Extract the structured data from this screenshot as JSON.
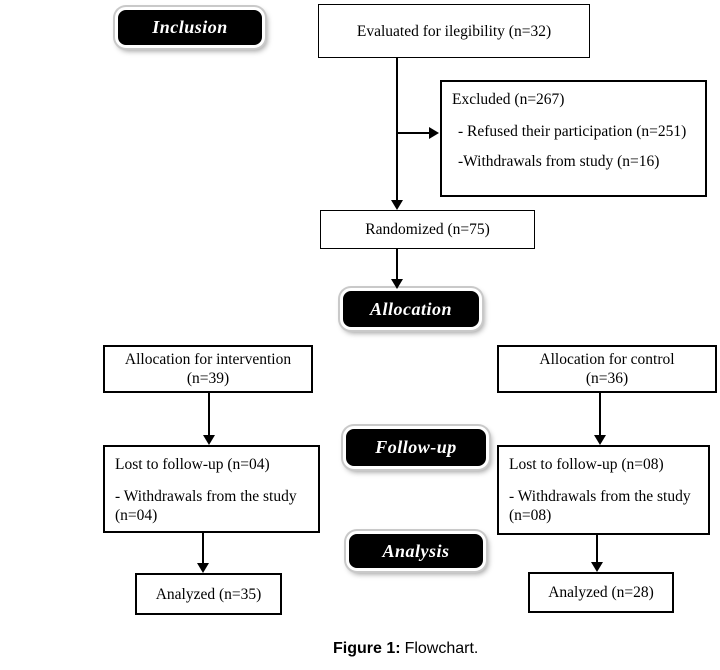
{
  "stages": {
    "inclusion": "Inclusion",
    "allocation": "Allocation",
    "followup": "Follow-up",
    "analysis": "Analysis"
  },
  "nodes": {
    "evaluated": {
      "text": "Evaluated for ilegibility (n=32)"
    },
    "excluded": {
      "title": "Excluded (n=267)",
      "item1": "- Refused their participation (n=251)",
      "item2": "-Withdrawals from study (n=16)"
    },
    "randomized": {
      "text": "Randomized (n=75)"
    },
    "alloc_intervention": {
      "line1": "Allocation for intervention",
      "line2": "(n=39)"
    },
    "alloc_control": {
      "line1": "Allocation for control",
      "line2": "(n=36)"
    },
    "lost_intervention": {
      "title": "Lost to follow-up (n=04)",
      "item": "- Withdrawals from the study (n=04)"
    },
    "lost_control": {
      "title": "Lost to follow-up (n=08)",
      "item": "- Withdrawals from the study (n=08)"
    },
    "analyzed_intervention": {
      "text": "Analyzed (n=35)"
    },
    "analyzed_control": {
      "text": "Analyzed (n=28)"
    }
  },
  "caption": {
    "label": "Figure 1:",
    "text": "Flowchart."
  },
  "colors": {
    "background": "#ffffff",
    "box_fill": "#ffffff",
    "box_border": "#000000",
    "text": "#000000",
    "stage_fill": "#000000",
    "stage_text": "#ffffff",
    "stage_outline": "#c9c9c9",
    "arrow": "#000000"
  }
}
